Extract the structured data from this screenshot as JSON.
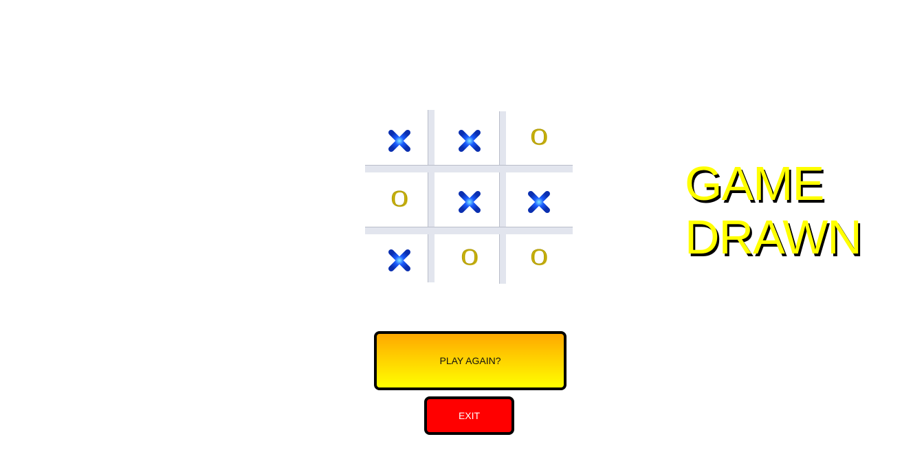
{
  "board": {
    "cells": [
      "X",
      "X",
      "O",
      "O",
      "X",
      "X",
      "X",
      "O",
      "O"
    ]
  },
  "result": {
    "line1": "GAME",
    "line2": "DRAWN"
  },
  "buttons": {
    "play_again_label": "PLAY AGAIN?",
    "exit_label": "EXIT"
  },
  "colors": {
    "x_mark": "#1a5cff",
    "o_mark": "#c9b20a",
    "result_text": "#ffff00",
    "play_again_top": "#ffa800",
    "play_again_bottom": "#ffff00",
    "exit_bg": "#ff0000"
  },
  "icons": {
    "x": "cross-mark-icon",
    "o": "circle-mark-icon"
  }
}
